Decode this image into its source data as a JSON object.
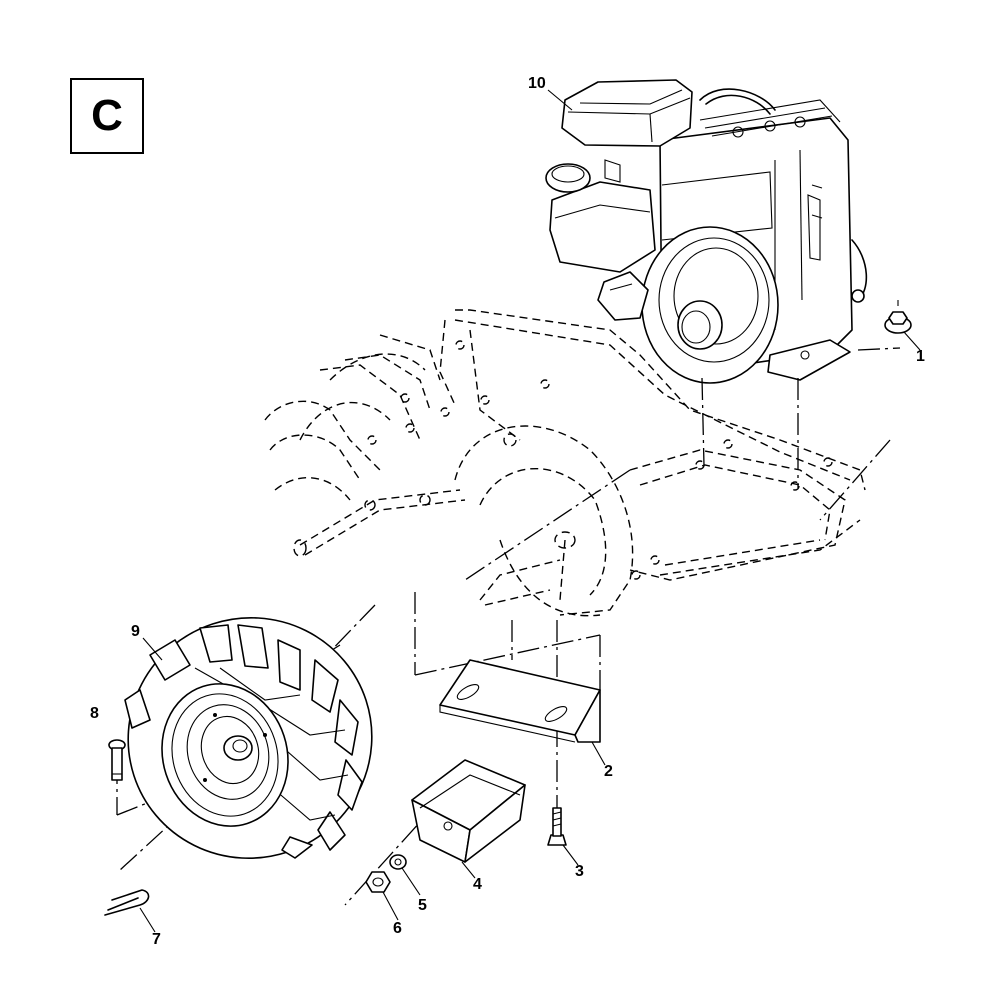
{
  "section_label": "C",
  "callouts": [
    "10",
    "1",
    "9",
    "8",
    "2",
    "3",
    "4",
    "5",
    "6",
    "7"
  ]
}
